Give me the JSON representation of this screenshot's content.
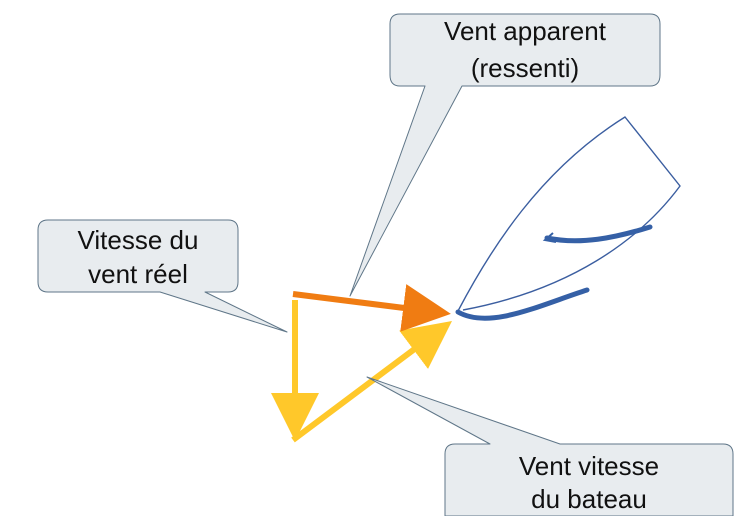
{
  "callouts": {
    "apparent_wind": {
      "line1": "Vent apparent",
      "line2": "(ressenti)"
    },
    "true_wind": {
      "line1": "Vitesse du",
      "line2": "vent réel"
    },
    "boat_speed_wind": {
      "line1": "Vent vitesse",
      "line2": "du bateau"
    }
  },
  "vectors": {
    "true_wind_color": "#ffc82a",
    "boat_speed_wind_color": "#ffc82a",
    "apparent_wind_color": "#f07c12"
  },
  "sail": {
    "outline_color": "#3b5ea0",
    "telltale_color": "#3560a6"
  }
}
